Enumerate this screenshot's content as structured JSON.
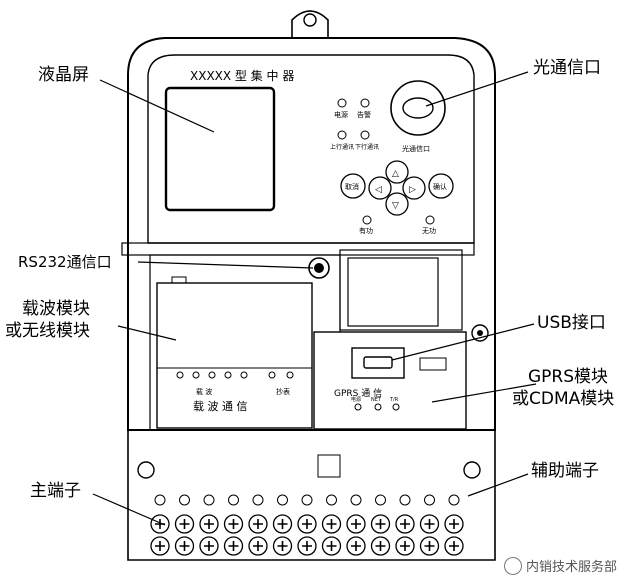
{
  "labels": {
    "lcd": "液晶屏",
    "optical_port": "光通信口",
    "rs232": "RS232通信口",
    "carrier_line1": "载波模块",
    "carrier_line2": "或无线模块",
    "usb": "USB接口",
    "gprs_line1": "GPRS模块",
    "gprs_line2": "或CDMA模块",
    "aux_terminal": "辅助端子",
    "main_terminal": "主端子"
  },
  "device": {
    "model": "XXXXX  型 集 中 器",
    "indicators": [
      "电源",
      "告警",
      "上行通讯",
      "下行通讯"
    ],
    "nav_left": "取消",
    "nav_right": "确认",
    "bottom_left": "有功",
    "bottom_right": "无功",
    "optical_caption": "光通信口",
    "carrier_panel": "载  波  通  信",
    "carrier_sub_left": "载       波",
    "carrier_sub_right": "抄表",
    "gprs_panel": "GPRS  通  信",
    "gprs_leds": [
      "电源",
      "NET",
      "T/R"
    ]
  },
  "watermark": "内销技术服务部"
}
